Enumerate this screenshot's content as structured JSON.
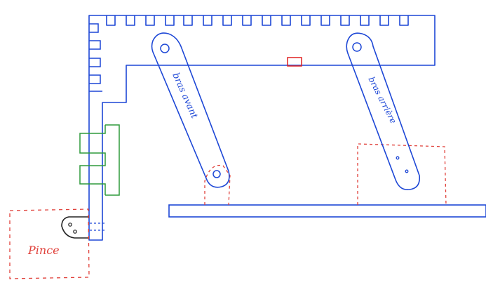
{
  "labels": {
    "front_arm": "bras avant",
    "rear_arm": "bras arrière",
    "gripper": "Pince"
  },
  "colors": {
    "frame": "#1d47d6",
    "dashed": "#e0403a",
    "bracket": "#2e9a3c",
    "gripper_part": "#222222",
    "marker": "#e02020",
    "background": "#ffffff"
  }
}
